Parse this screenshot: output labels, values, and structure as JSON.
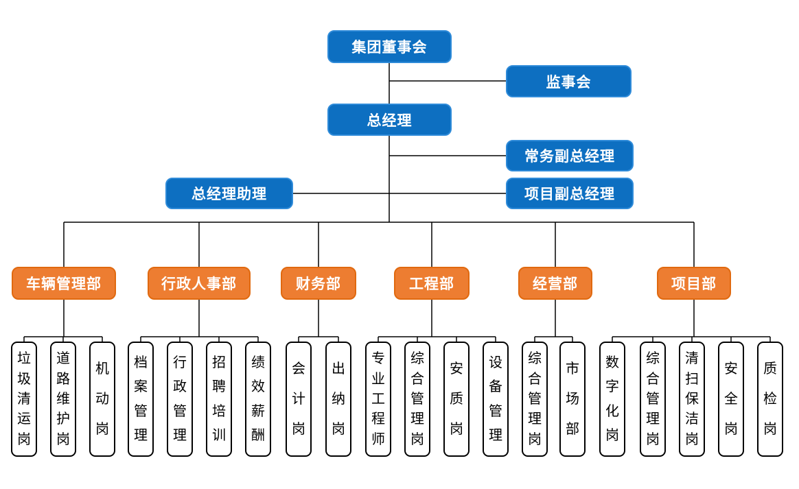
{
  "palette": {
    "background": "#FFFFFF",
    "executive_fill": "#0D6FC1",
    "executive_border": "#2F8BD9",
    "executive_text": "#FFFFFF",
    "department_fill": "#ED7D31",
    "department_border": "#E0690F",
    "department_text": "#FFFFFF",
    "position_fill": "#FFFFFF",
    "position_border": "#000000",
    "position_text": "#000000",
    "connector": "#000000"
  },
  "executives": {
    "board": "集团董事会",
    "supervisory_board": "监事会",
    "general_manager": "总经理",
    "executive_deputy_gm": "常务副总经理",
    "gm_assistant": "总经理助理",
    "project_deputy_gm": "项目副总经理"
  },
  "departments": [
    {
      "label": "车辆管理部",
      "positions": [
        {
          "label": "垃圾清运岗"
        },
        {
          "label": "道路维护岗"
        },
        {
          "label": "机动岗"
        }
      ]
    },
    {
      "label": "行政人事部",
      "positions": [
        {
          "label": "档案管理"
        },
        {
          "label": "行政管理"
        },
        {
          "label": "招聘培训"
        },
        {
          "label": "绩效薪酬"
        }
      ]
    },
    {
      "label": "财务部",
      "positions": [
        {
          "label": "会计岗"
        },
        {
          "label": "出纳岗"
        }
      ]
    },
    {
      "label": "工程部",
      "positions": [
        {
          "label": "专业工程师"
        },
        {
          "label": "综合管理岗"
        },
        {
          "label": "安质岗"
        },
        {
          "label": "设备管理"
        }
      ]
    },
    {
      "label": "经营部",
      "positions": [
        {
          "label": "综合管理岗"
        },
        {
          "label": "市场部"
        }
      ]
    },
    {
      "label": "项目部",
      "positions": [
        {
          "label": "数字化岗"
        },
        {
          "label": "综合管理岗"
        },
        {
          "label": "清扫保洁岗"
        },
        {
          "label": "安全岗"
        },
        {
          "label": "质检岗"
        }
      ]
    }
  ]
}
